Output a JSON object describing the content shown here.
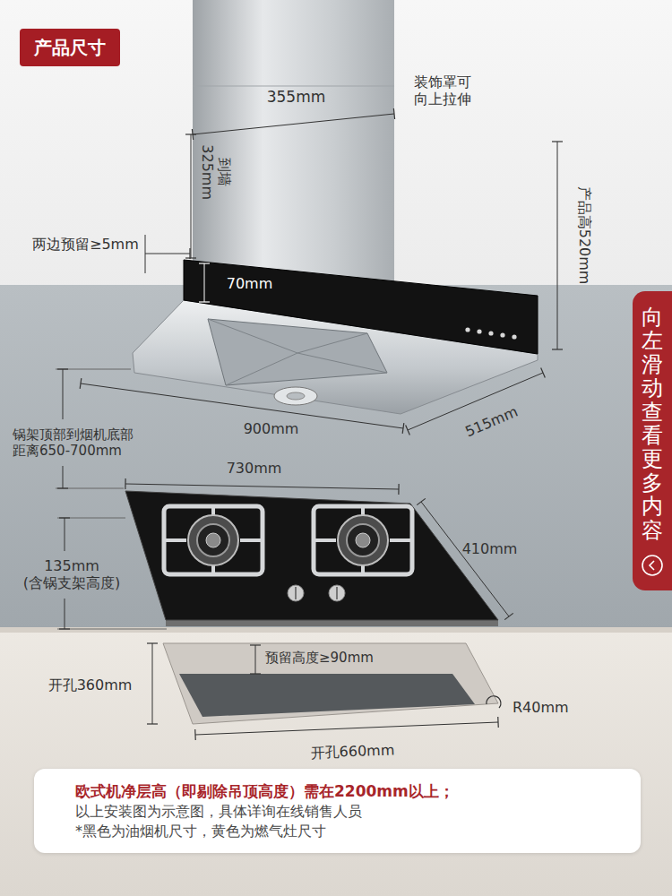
{
  "diagram": {
    "title": "产品尺寸",
    "nodes": [
      {
        "text": [
          "向左滑动查看更多内容"
        ]
      },
      {
        "text": [
          "欧式机净层高（即剔除吊顶高度）需在2200mm以上；",
          "以上安装图为示意图，具体详询在线销售人员",
          "*黑色为油烟机尺寸，黄色为燃气灶尺寸"
        ]
      }
    ],
    "labels": [
      "355mm",
      "到墙 325mm",
      "装饰罩可 向上拉伸",
      "产品高520mm",
      "两边预留≥5mm",
      "70mm",
      "900mm",
      "515mm",
      "锅架顶部到烟机底部 距离650-700mm",
      "730mm",
      "410mm",
      "135mm (含锅支架高度)",
      "预留高度≥90mm",
      "开孔360mm",
      "R40mm",
      "开孔660mm"
    ]
  }
}
